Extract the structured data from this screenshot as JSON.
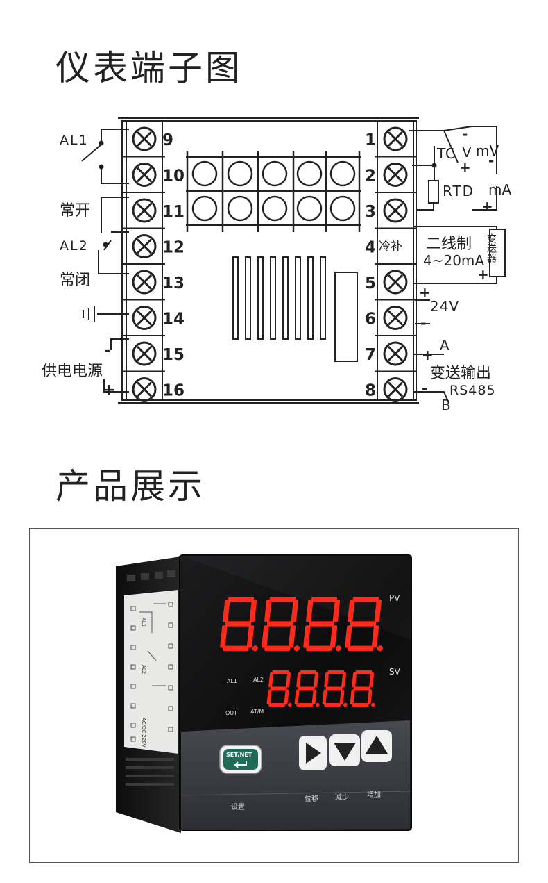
{
  "titles": {
    "terminal_diagram": "仪表端子图",
    "product_display": "产品展示"
  },
  "terminals": {
    "left": [
      "9",
      "10",
      "11",
      "12",
      "13",
      "14",
      "15",
      "16"
    ],
    "right": [
      "1",
      "2",
      "3",
      "4",
      "5",
      "6",
      "7",
      "8"
    ]
  },
  "left_labels": {
    "al1": "AL1",
    "normally_open": "常开",
    "al2": "AL2",
    "normally_closed": "常闭",
    "power_supply": "供电电源",
    "minus": "-",
    "plus": "+"
  },
  "right_labels": {
    "tc": "TC",
    "v": "V",
    "mv": "mV",
    "rtd": "RTD",
    "ma": "mA",
    "cold_junction": "冷补",
    "two_wire": "二线制",
    "current_range": "4~20mA",
    "transmitter": "变送器",
    "voltage_24v": "24V",
    "transmit_output": "变送输出",
    "rs485": "RS485",
    "a": "A",
    "b": "B",
    "plus": "+",
    "minus": "-"
  },
  "device": {
    "pv_label": "PV",
    "sv_label": "SV",
    "pv_display": "8.8.8.8.",
    "sv_display": "8.8.8.8.",
    "indicators": [
      "AL1",
      "AL2",
      "OUT",
      "AT/M"
    ],
    "set_button": "SET/NET",
    "button_labels": {
      "set": "设置",
      "shift": "位移",
      "decrease": "减少",
      "increase": "增加"
    },
    "side_labels": {
      "al1": "AL1",
      "al2": "AL2",
      "supply": "AC/DC 220V"
    },
    "colors": {
      "panel": "#141414",
      "segment_on": "#ff2a1a",
      "keypad": "#3a3d42"
    }
  }
}
